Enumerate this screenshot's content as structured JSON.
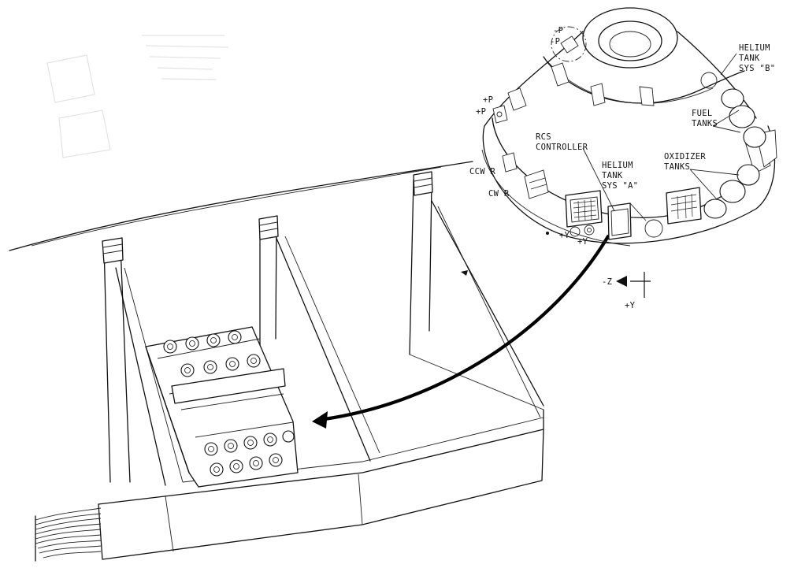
{
  "labels": {
    "helium_b": [
      "HELIUM",
      "TANK",
      "SYS \"B\""
    ],
    "fuel": [
      "FUEL",
      "TANKS"
    ],
    "oxidizer": [
      "OXIDIZER",
      "TANKS"
    ],
    "rcs_controller": [
      "RCS",
      "CONTROLLER"
    ],
    "helium_a": [
      "HELIUM",
      "TANK",
      "SYS \"A\""
    ],
    "minus_p_top": "-P",
    "minus_p_bottom": "-P",
    "plus_p_top": "+P",
    "plus_p_bottom": "+P",
    "ccw_r": "CCW R",
    "cw_r": "CW R",
    "plus_y_left": "+Y",
    "plus_y_right": "+Y",
    "axis_z": "-Z",
    "axis_y": "+Y"
  }
}
